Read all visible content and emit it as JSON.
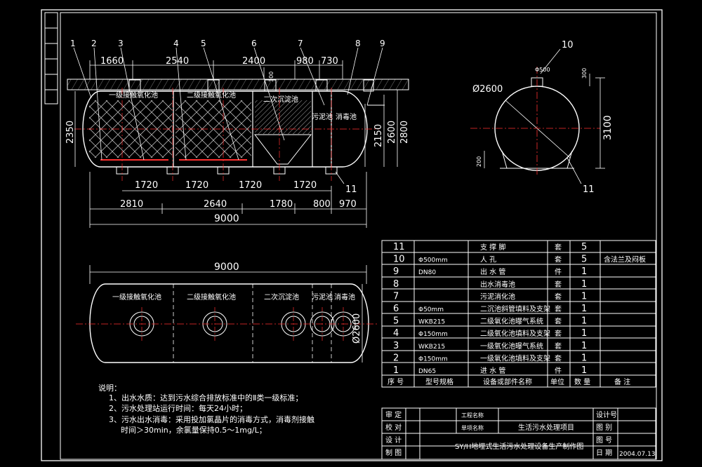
{
  "colors": {
    "background": "#000000",
    "frame": "#ffffff",
    "dimension": "#ffffff",
    "centerline": "#ff3030",
    "hatch": "#cccccc"
  },
  "elevation": {
    "callouts": [
      "1",
      "2",
      "3",
      "4",
      "5",
      "6",
      "7",
      "8",
      "9"
    ],
    "top_dims": [
      "1660",
      "2540",
      "2400",
      "980",
      "730"
    ],
    "soil_dim": "300",
    "chambers": [
      "一级接触氧化池",
      "二级接触氧化池",
      "二次沉淀池",
      "污泥池",
      "消毒池"
    ],
    "left_dim": "2350",
    "right_dims": [
      "2150",
      "2600",
      "2800"
    ],
    "bottom_row1": [
      "1720",
      "1720",
      "1720",
      "1720"
    ],
    "bottom_row2": [
      "2810",
      "2640",
      "1780",
      "800",
      "970"
    ],
    "total_length": "9000",
    "callout_bottom": "11"
  },
  "section": {
    "callout_top": "10",
    "manhole_dim": "Φ500",
    "top_dim": "300",
    "diameter": "Ø2600",
    "height": "3100",
    "base_dim": "200",
    "callout_bottom": "11"
  },
  "plan": {
    "total_length": "9000",
    "chambers": [
      "一级接触氧化池",
      "二级接触氧化池",
      "二次沉淀池",
      "污泥池",
      "消毒池"
    ],
    "diameter": "Ø2600"
  },
  "parts_table": {
    "rows": [
      [
        "11",
        "",
        "支 撑 脚",
        "套",
        "5",
        ""
      ],
      [
        "10",
        "Φ500mm",
        "人 孔",
        "套",
        "5",
        "含法兰及闷板"
      ],
      [
        "9",
        "DN80",
        "出 水 管",
        "件",
        "1",
        ""
      ],
      [
        "8",
        "",
        "出水消毒池",
        "套",
        "1",
        ""
      ],
      [
        "7",
        "",
        "污泥消化池",
        "套",
        "1",
        ""
      ],
      [
        "6",
        "Φ50mm",
        "二沉池斜管填料及支架",
        "套",
        "1",
        ""
      ],
      [
        "5",
        "WKB215",
        "二级氧化池曝气系统",
        "套",
        "1",
        ""
      ],
      [
        "4",
        "Φ150mm",
        "二级氧化池填料及支架",
        "套",
        "1",
        ""
      ],
      [
        "3",
        "WKB215",
        "一级氧化池曝气系统",
        "套",
        "1",
        ""
      ],
      [
        "2",
        "Φ150mm",
        "一级氧化池填料及支架",
        "套",
        "1",
        ""
      ],
      [
        "1",
        "DN65",
        "进 水 管",
        "件",
        "1",
        ""
      ]
    ],
    "header": [
      "序 号",
      "型号规格",
      "设备或部件名称",
      "单位",
      "数 量",
      "备  注"
    ]
  },
  "notes": {
    "title": "说明：",
    "lines": [
      "1、出水水质：达到污水综合排放标准中的Ⅱ类一级标准；",
      "2、污水处理站运行时间：每天24小时；",
      "3、污水出水消毒：采用投加氯晶片的消毒方式，消毒剂接触",
      "时间＞30min，余氯量保持0.5～1mg/L；"
    ]
  },
  "title_block": {
    "roles": [
      "审  定",
      "校  对",
      "设  计",
      "制  图"
    ],
    "project_label": "工程名称",
    "item_label": "单项名称",
    "item_value": "生活污水处理项目",
    "drawing_title": "SY/H地埋式生活污水处理设备生产制作图",
    "right_labels": [
      "设计号",
      "图  别",
      "图  号",
      "日  期"
    ],
    "date": "2004.07.13"
  }
}
